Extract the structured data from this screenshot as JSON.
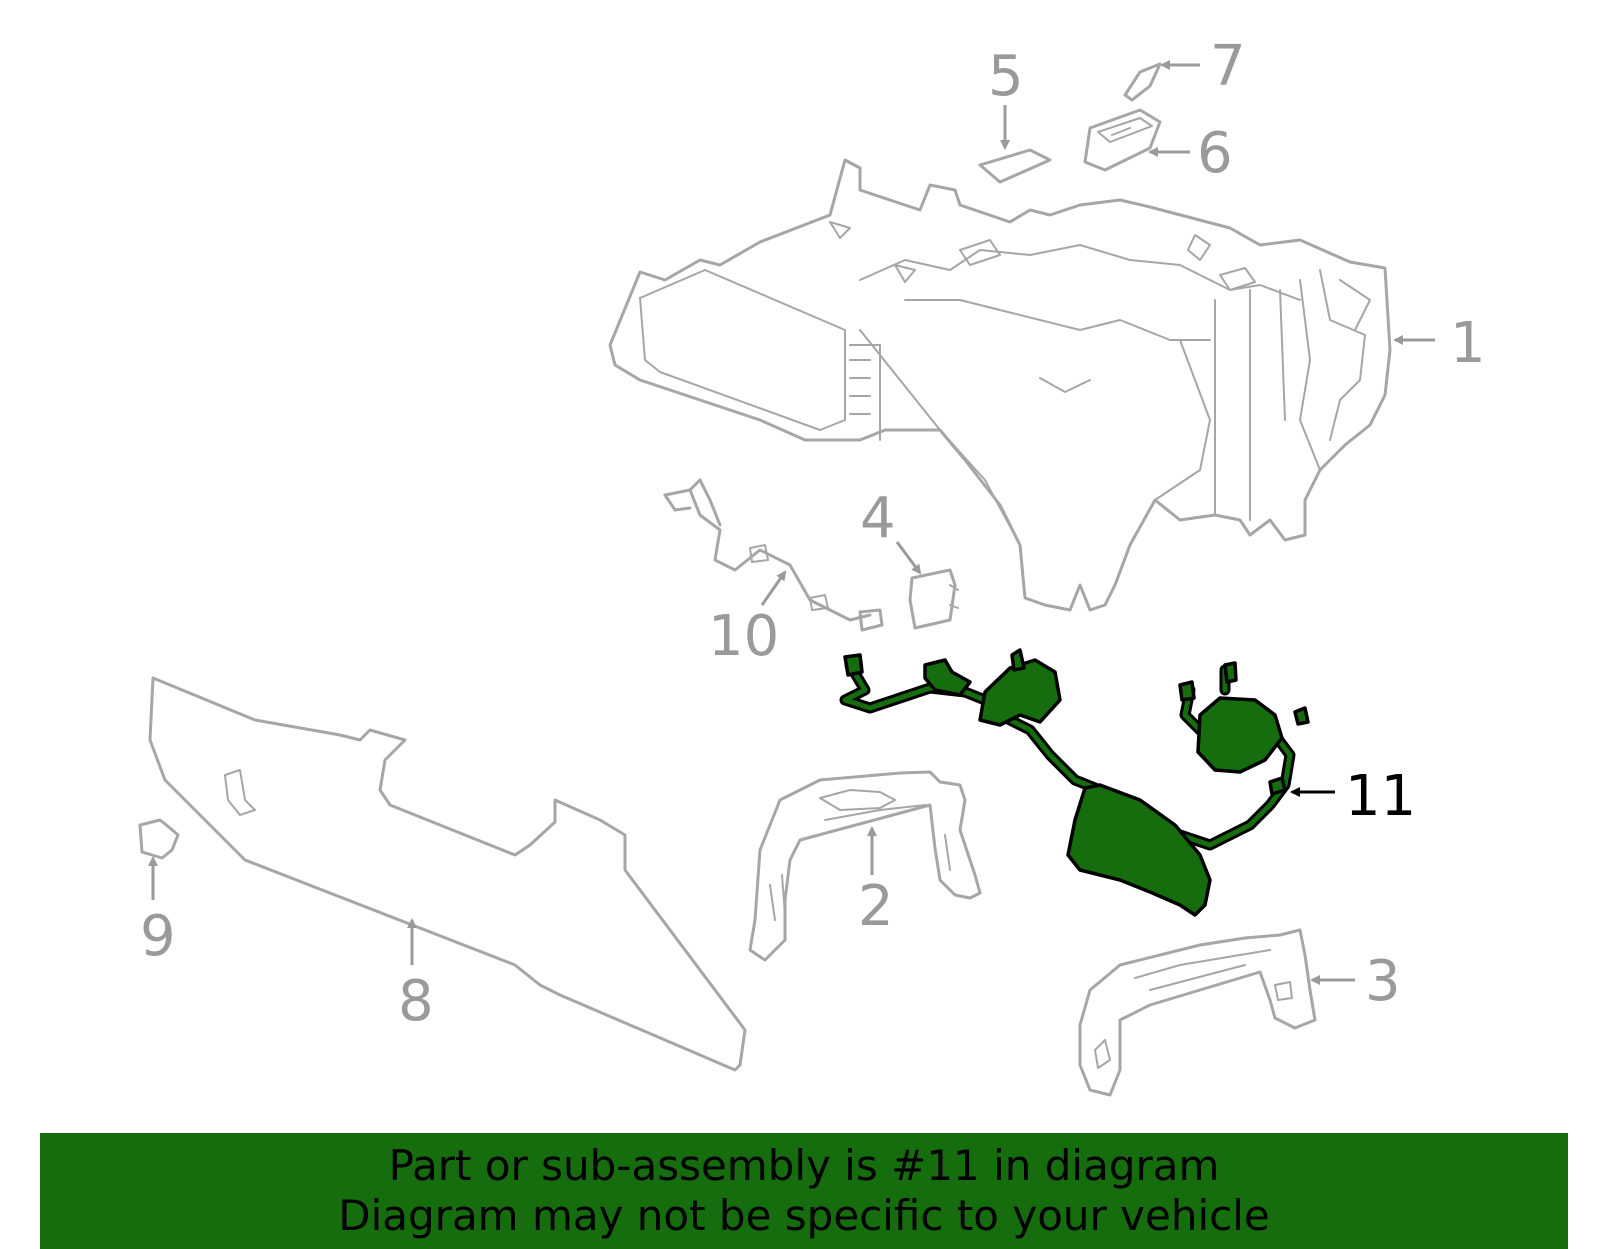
{
  "diagram": {
    "callouts": [
      {
        "id": "1",
        "label": "1"
      },
      {
        "id": "2",
        "label": "2"
      },
      {
        "id": "3",
        "label": "3"
      },
      {
        "id": "4",
        "label": "4"
      },
      {
        "id": "5",
        "label": "5"
      },
      {
        "id": "6",
        "label": "6"
      },
      {
        "id": "7",
        "label": "7"
      },
      {
        "id": "8",
        "label": "8"
      },
      {
        "id": "9",
        "label": "9"
      },
      {
        "id": "10",
        "label": "10"
      },
      {
        "id": "11",
        "label": "11",
        "highlighted": true
      }
    ],
    "highlight_color": "#156d0e",
    "line_color": "#a6a6a6"
  },
  "banner": {
    "line1": "Part or sub-assembly is #11 in diagram",
    "line2": "Diagram may not be specific to your vehicle"
  }
}
